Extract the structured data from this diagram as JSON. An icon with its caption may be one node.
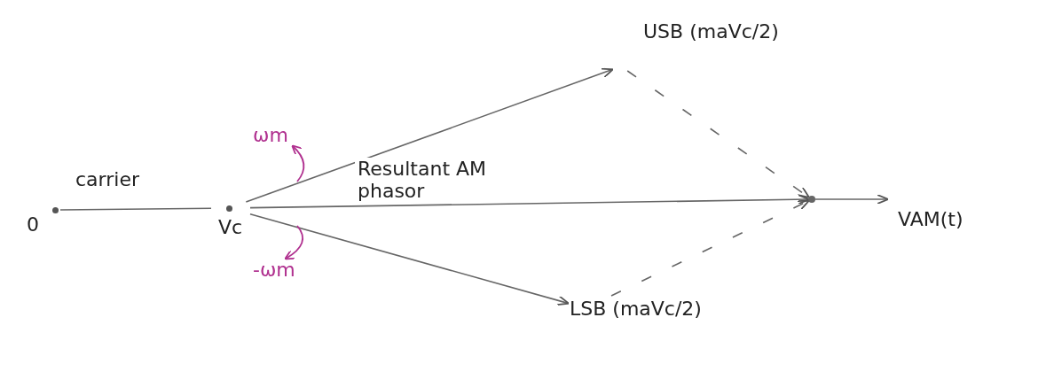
{
  "diagram": {
    "nodes": [
      {
        "text": [
          "0"
        ]
      },
      {
        "text": [
          "Vc"
        ]
      },
      {
        "text": [
          "USB (maVc/2)"
        ]
      },
      {
        "text": [
          "LSB (maVc/2)"
        ]
      },
      {
        "text": [],
        "shape": "dot"
      },
      {
        "text": [
          "VAM(t)"
        ]
      }
    ],
    "edges": [
      {
        "from": 0,
        "to": 1,
        "arrow": "none",
        "label": "carrier"
      },
      {
        "from": 1,
        "to": 2,
        "arrow": "to"
      },
      {
        "from": 1,
        "to": 3,
        "arrow": "to"
      },
      {
        "from": 1,
        "to": 4,
        "arrow": "to",
        "label": "Resultant AM phasor"
      },
      {
        "from": 4,
        "to": 5,
        "arrow": "to"
      },
      {
        "from": 2,
        "to": 4,
        "arrow": "to",
        "style": "dashed"
      },
      {
        "from": 3,
        "to": 4,
        "arrow": "to",
        "style": "dashed"
      }
    ],
    "labels": [
      "ωm",
      "-ωm"
    ]
  }
}
